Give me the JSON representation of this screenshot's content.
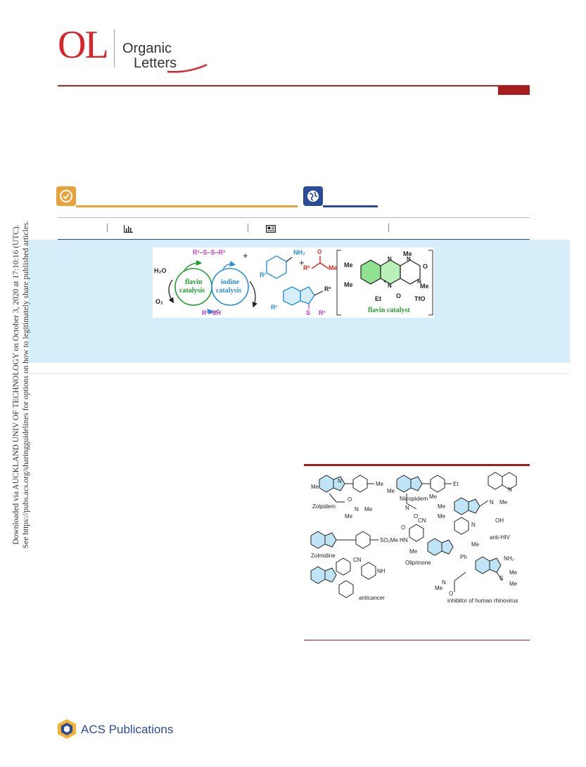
{
  "header": {
    "journal_logo": "OL",
    "journal_name_line1": "Organic",
    "journal_name_line2": "Letters"
  },
  "side_note": {
    "line1": "Downloaded via AUCKLAND UNIV OF TECHNOLOGY on October 3, 2020 at 17:10:16 (UTC).",
    "line2": "See https://pubs.acs.org/sharingguidelines for options on how to legitimately share published articles."
  },
  "toc": {
    "disulfide": "R³–S–S–R³",
    "plus1": "+",
    "plus2": "+",
    "nh2": "NH₂",
    "r1_top": "R¹",
    "o_ketone": "O",
    "r2": "R²",
    "me_ketone": "Me",
    "h2o": "H₂O",
    "o2": "O₂",
    "flavin_cycle_1": "flavin",
    "flavin_cycle_2": "catalysis",
    "iodine_cycle_1": "iodine",
    "iodine_cycle_2": "catalysis",
    "thiol": "R³–SH",
    "product_r1": "R¹",
    "product_r2": "R²",
    "product_s": "S",
    "product_r3": "R³",
    "catalyst_label": "flavin catalyst",
    "cat_me1": "Me",
    "cat_me2": "Me",
    "cat_me3": "Me",
    "cat_me4": "Me",
    "cat_o1": "O",
    "cat_o2": "O",
    "cat_et": "Et",
    "cat_tfo": "TfO",
    "cat_n1": "N",
    "cat_n2": "N",
    "cat_n3": "N",
    "cat_n4": "N",
    "cat_plus": "+"
  },
  "figure1": {
    "zolpidem": "Zolpidem",
    "nicopidem": "Nicopidem",
    "anti_hiv": "anti-HIV",
    "zolmidine": "Zolmidine",
    "oliprinone": "Oliprinone",
    "anticancer": "anticancer",
    "rhinovirus": "inhibitor of human rhinovirus",
    "me": "Me",
    "et": "Et",
    "so2me": "SO₂Me",
    "cn": "CN",
    "oh": "OH",
    "nh": "NH",
    "hn": "HN",
    "ph": "Ph",
    "nh2": "NH₂",
    "n": "N",
    "o": "O",
    "s": "S"
  },
  "footer": {
    "publisher": "ACS Publications"
  },
  "colors": {
    "journal_red": "#d6262c",
    "rule_red": "#a51c1c",
    "orange": "#e8a23a",
    "blue": "#2a4a9a",
    "abstract_bg": "#d6eef9",
    "flavin_green": "#22a030",
    "iodine_blue": "#2a8ee0",
    "sulfur_purple": "#c03cc8",
    "ketone_red": "#e0241c"
  }
}
